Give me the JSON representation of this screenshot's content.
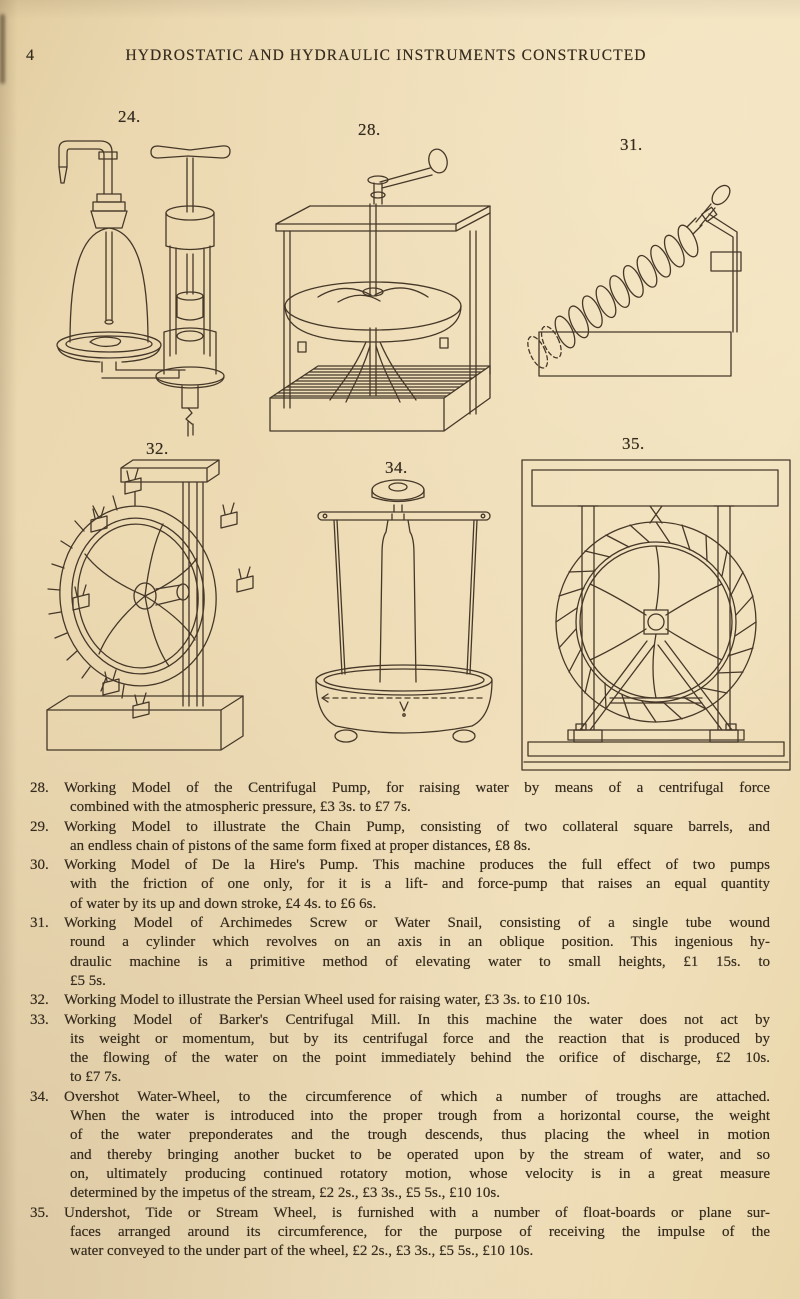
{
  "page": {
    "number": "4",
    "title": "HYDROSTATIC AND HYDRAULIC INSTRUMENTS CONSTRUCTED",
    "paper_color": "#eedcb6",
    "ink_color": "#352b1e"
  },
  "figures": [
    {
      "label": "24."
    },
    {
      "label": "28."
    },
    {
      "label": "31."
    },
    {
      "label": "32."
    },
    {
      "label": "34."
    },
    {
      "label": "35."
    }
  ],
  "items": [
    {
      "number": "28.",
      "lines": [
        "Working Model of the Centrifugal Pump, for raising water by means of a centrifugal force",
        "combined with the atmospheric pressure, £3 3s. to £7 7s."
      ]
    },
    {
      "number": "29.",
      "lines": [
        "Working Model to illustrate the Chain Pump, consisting of two collateral square barrels, and",
        "an endless chain of pistons of the same form fixed at proper distances, £8 8s."
      ]
    },
    {
      "number": "30.",
      "lines": [
        "Working Model of De la Hire's Pump.  This machine produces the full effect of two pumps",
        "with the friction of one only, for it is a lift- and force-pump that raises an equal quantity",
        "of water by its up and down stroke, £4 4s. to £6 6s."
      ]
    },
    {
      "number": "31.",
      "lines": [
        "Working Model of Archimedes Screw or Water Snail, consisting of a single tube wound",
        "round a cylinder which revolves on an axis in an oblique position.  This ingenious hy-",
        "draulic machine is a primitive method of elevating water to small heights, £1 15s. to",
        "£5 5s."
      ]
    },
    {
      "number": "32.",
      "lines": [
        "Working Model to illustrate the Persian Wheel used for raising water, £3 3s. to £10 10s."
      ]
    },
    {
      "number": "33.",
      "lines": [
        "Working Model of Barker's Centrifugal Mill.  In this machine the water does not act by",
        "its weight or momentum, but by its centrifugal force and the reaction that is produced by",
        "the flowing of the water on the point immediately behind the orifice of discharge, £2 10s.",
        "to £7 7s."
      ]
    },
    {
      "number": "34.",
      "lines": [
        "Overshot Water-Wheel, to the circumference of which a number of troughs are attached.",
        "When the water is introduced into the proper trough from a horizontal course, the weight",
        "of the water preponderates and the trough descends, thus placing the wheel in motion",
        "and thereby bringing another bucket to be operated upon by the stream of water, and so",
        "on, ultimately producing continued rotatory motion, whose velocity is in a great measure",
        "determined by the impetus of the stream, £2 2s., £3 3s., £5 5s., £10 10s."
      ]
    },
    {
      "number": "35.",
      "lines": [
        "Undershot, Tide or Stream Wheel, is furnished with a number of float-boards or plane sur-",
        "faces arranged around its circumference, for the purpose of receiving the impulse of the",
        "water conveyed to the under part of the wheel, £2 2s., £3 3s., £5 5s., £10 10s."
      ]
    }
  ]
}
